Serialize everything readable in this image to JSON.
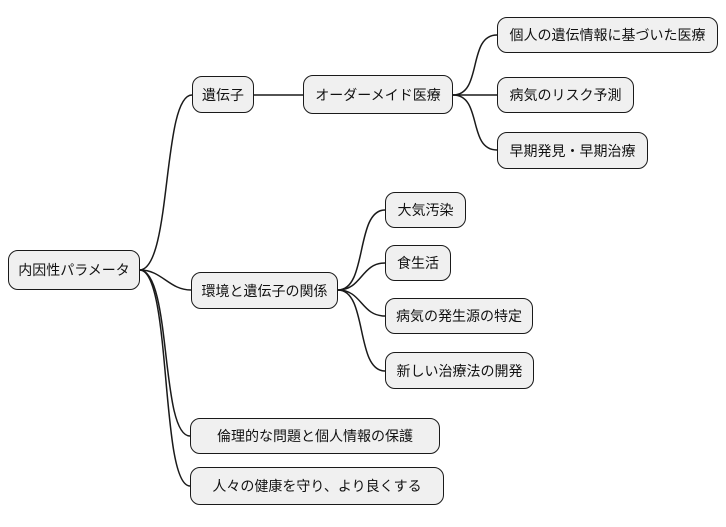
{
  "diagram": {
    "type": "mindmap",
    "background_color": "#ffffff",
    "node_fill_color": "#f0f0f0",
    "node_border_color": "#1a1a1a",
    "root": {
      "label": "内因性パラメータ"
    },
    "branches": [
      {
        "label": "遺伝子",
        "children": [
          {
            "label": "オーダーメイド医療",
            "children": [
              {
                "label": "個人の遺伝情報に基づいた医療"
              },
              {
                "label": "病気のリスク予測"
              },
              {
                "label": "早期発見・早期治療"
              }
            ]
          }
        ]
      },
      {
        "label": "環境と遺伝子の関係",
        "children": [
          {
            "label": "大気汚染"
          },
          {
            "label": "食生活"
          },
          {
            "label": "病気の発生源の特定"
          },
          {
            "label": "新しい治療法の開発"
          }
        ]
      },
      {
        "label": "倫理的な問題と個人情報の保護",
        "children": []
      },
      {
        "label": "人々の健康を守り、より良くする",
        "children": []
      }
    ]
  }
}
